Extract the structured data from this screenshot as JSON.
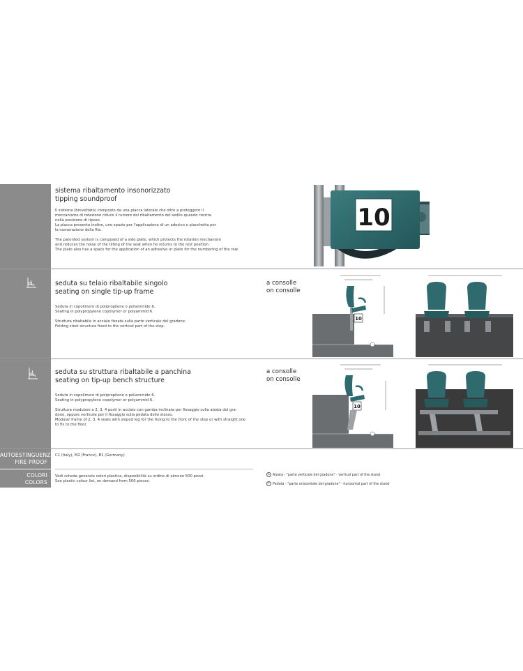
{
  "section1": {
    "title_it": "sistema ribaltamento insonorizzato",
    "title_en": "tipping soundproof",
    "p_it": [
      "Il sistema (brevettato) composto da una placca laterale che oltre a proteggere il",
      "meccanismo di rotazione riduce il rumore del ribaltamento del sedile quando rientra",
      "nella posizione di riposo.",
      "La placca presenta inoltre, uno spazio per l'applicazione di un adesivo o placchetta per",
      "la numerazione della fila."
    ],
    "p_en": [
      "The patented system is composed   of a side plate, which protects the rotation mechanism",
      "and reduces the noise of the tilting of the seat when he returns to the rest position.",
      "The plate also has a space for the application of an adhesive or plate for the numbering of the row."
    ],
    "plate_number": "10"
  },
  "section2": {
    "title_it": "seduta su telaio ribaltabile singolo",
    "title_en": "seating on single tip-up frame",
    "console_it": "a consolle",
    "console_en": "on consolle",
    "p1": [
      "Seduta in copolimero di polipropilene o poliammide 6.",
      "Seating in polypropylene copolymer or polyammid 6."
    ],
    "p2": [
      "Struttura ribaltabile in acciaio fissata sulla parte verticale del gradone.",
      "Folding steel structure fixed to the vertical part of the step."
    ]
  },
  "section3": {
    "title_it": "seduta su struttura ribaltabile a panchina",
    "title_en": "seating on tip-up bench structure",
    "console_it": "a consolle",
    "console_en": "on consolle",
    "p1": [
      "Seduta in copolimero di polipropilene o poliammide 6.",
      "Seating in polypropylene copolymer or polyammid 6."
    ],
    "p2": [
      "Struttura modulare a 2, 3, 4 posti in acciaio con gamba inclinata per fissaggio sulla alzata del gra-",
      "done, oppure verticale per il fissaggio sulla pedata dello stesso.",
      "Modular frame of 2, 3, 4 seats with sloped leg for the fixing to the front of the step or with straight one",
      "to fix to the floor."
    ]
  },
  "fire": {
    "label_it": "AUTOESTINGUENZA",
    "label_en": "FIRE PROOF",
    "text": "C1 (Italy), M2 (France), B1 (Germany)."
  },
  "colors": {
    "label_it": "COLORI",
    "label_en": "COLORS",
    "text_it": "Vedi scheda generale colori plastica, disponibilità su ordine di almeno 500 pezzi.",
    "text_en": "See plastic colour list, on demand from 500 pieces."
  },
  "legend": [
    {
      "symbol": "A",
      "text": "Alzata - \"parte verticale del gradone\" - vertical part of the stand"
    },
    {
      "symbol": "P",
      "text": "Pedata - \"parte orizzontale del gradone\" - horizontal part of the stand"
    }
  ],
  "accent_colors": {
    "sidebar": "#8b8b8b",
    "seat_teal": "#2f6a6e",
    "steel": "#8c9094",
    "dark_floor": "#3a3a3a"
  }
}
